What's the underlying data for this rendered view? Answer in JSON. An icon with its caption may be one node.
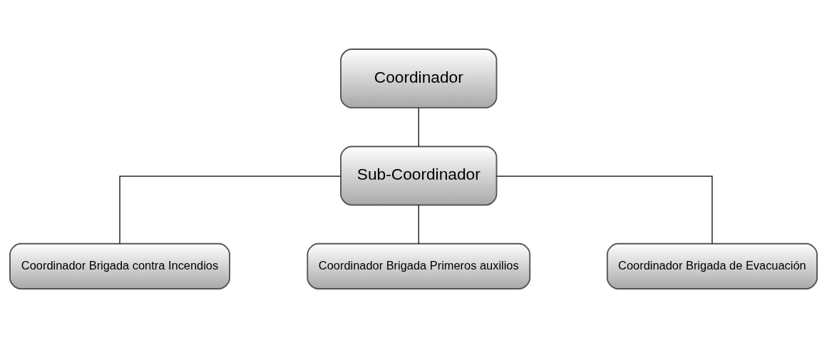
{
  "diagram": {
    "nodes": [
      {
        "text": [
          "Coordinador"
        ]
      },
      {
        "text": [
          "Sub-Coordinador"
        ]
      },
      {
        "text": [
          "Coordinador Brigada contra Incendios"
        ]
      },
      {
        "text": [
          "Coordinador Brigada Primeros auxilios"
        ]
      },
      {
        "text": [
          "Coordinador Brigada de Evacuación"
        ]
      }
    ],
    "edges": [
      {
        "from": 0,
        "to": 1,
        "arrow": "none"
      },
      {
        "from": 1,
        "to": 2,
        "arrow": "none"
      },
      {
        "from": 1,
        "to": 3,
        "arrow": "none"
      },
      {
        "from": 1,
        "to": 4,
        "arrow": "none"
      }
    ]
  }
}
